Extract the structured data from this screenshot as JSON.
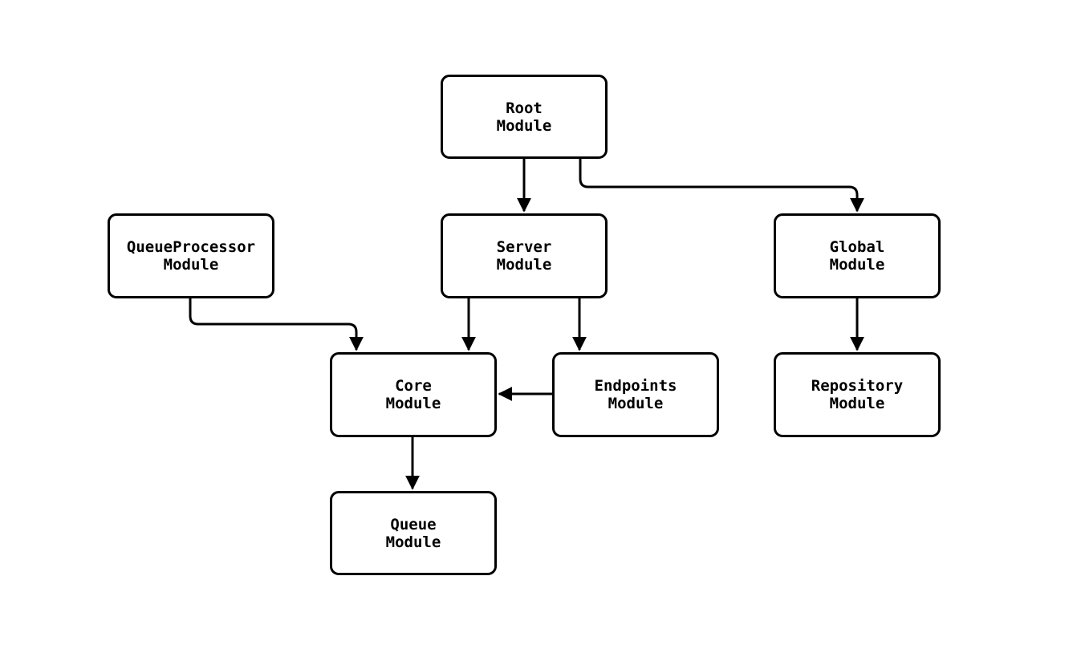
{
  "diagram": {
    "type": "flowchart",
    "direction": "top-down",
    "colors": {
      "background": "#ffffff",
      "node_fill": "#ffffff",
      "node_border": "#000000",
      "edge": "#000000",
      "text": "#000000"
    },
    "nodes": [
      {
        "id": "root",
        "label": "Root\nModule"
      },
      {
        "id": "queueprocessor",
        "label": "QueueProcessor\nModule"
      },
      {
        "id": "server",
        "label": "Server\nModule"
      },
      {
        "id": "global",
        "label": "Global\nModule"
      },
      {
        "id": "core",
        "label": "Core\nModule"
      },
      {
        "id": "endpoints",
        "label": "Endpoints\nModule"
      },
      {
        "id": "repository",
        "label": "Repository\nModule"
      },
      {
        "id": "queue",
        "label": "Queue\nModule"
      }
    ],
    "edges": [
      {
        "from": "Root Module",
        "to": "Server Module"
      },
      {
        "from": "Root Module",
        "to": "Global Module"
      },
      {
        "from": "QueueProcessor Module",
        "to": "Core Module"
      },
      {
        "from": "Server Module",
        "to": "Core Module"
      },
      {
        "from": "Server Module",
        "to": "Endpoints Module"
      },
      {
        "from": "Endpoints Module",
        "to": "Core Module"
      },
      {
        "from": "Global Module",
        "to": "Repository Module"
      },
      {
        "from": "Core Module",
        "to": "Queue Module"
      }
    ]
  }
}
